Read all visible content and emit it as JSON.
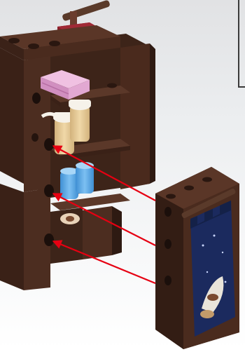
{
  "scene": {
    "kind": "building-instruction-step",
    "step_number": "",
    "colors": {
      "background_top": "#e2e3e5",
      "background_bottom": "#ffffff",
      "brick_dark": "#3a2218",
      "brick_mid": "#4b2c20",
      "brick_light": "#5e3a2a",
      "stud_hole": "#1b0f0b",
      "cake_pink": "#e8b3d8",
      "cake_pink_dark": "#d18fc0",
      "bottle_tan": "#e8cfa1",
      "bottle_blue": "#5aa9e6",
      "cap_white": "#f6f2ea",
      "panel_blue": "#1b2a5e",
      "arrow_red": "#e60012",
      "rod": "#5a3a2a",
      "red_top": "#8a1f2a"
    },
    "callouts": [
      {
        "name": "arrow-1",
        "from": "panel",
        "to": "hole-upper"
      },
      {
        "name": "arrow-2",
        "from": "panel",
        "to": "hole-middle"
      },
      {
        "name": "arrow-3",
        "from": "panel",
        "to": "hole-lower"
      }
    ]
  }
}
